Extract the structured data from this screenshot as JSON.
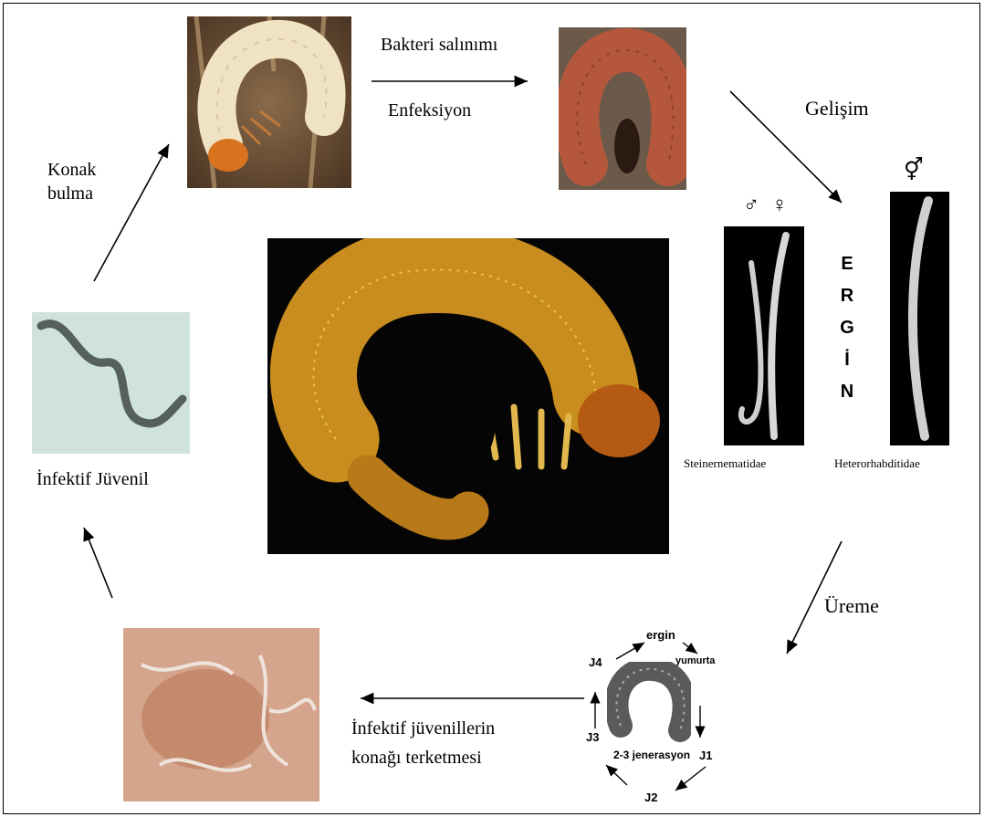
{
  "labels": {
    "bacteria_release": "Bakteri salınımı",
    "infection": "Enfeksiyon",
    "development": "Gelişim",
    "host_finding_1": "Konak",
    "host_finding_2": "bulma",
    "infective_juvenile": "İnfektif Jüvenil",
    "reproduction": "Üreme",
    "leaving_host_1": "İnfektif jüvenillerin",
    "leaving_host_2": "konağı terketmesi",
    "steinernematidae": "Steinernematidae",
    "heterorhabditidae": "Heterorhabditidae"
  },
  "adult_label": [
    "E",
    "R",
    "G",
    "İ",
    "N"
  ],
  "sex_symbols": {
    "male": "♂",
    "female": "♀",
    "hermaphrodite": "⚥"
  },
  "life_cycle": {
    "adult": "ergin",
    "egg": "yumurta",
    "j1": "J1",
    "j2": "J2",
    "j3": "J3",
    "j4": "J4",
    "generations": "2-3 jenerasyon"
  },
  "colors": {
    "larva_cream": "#efe3c4",
    "larva_head": "#d9731f",
    "infected_larva": "#b5573c",
    "golden_larva": "#c98c1e",
    "nematode_grey": "#b9c6c4",
    "flesh": "#d4a58c"
  }
}
